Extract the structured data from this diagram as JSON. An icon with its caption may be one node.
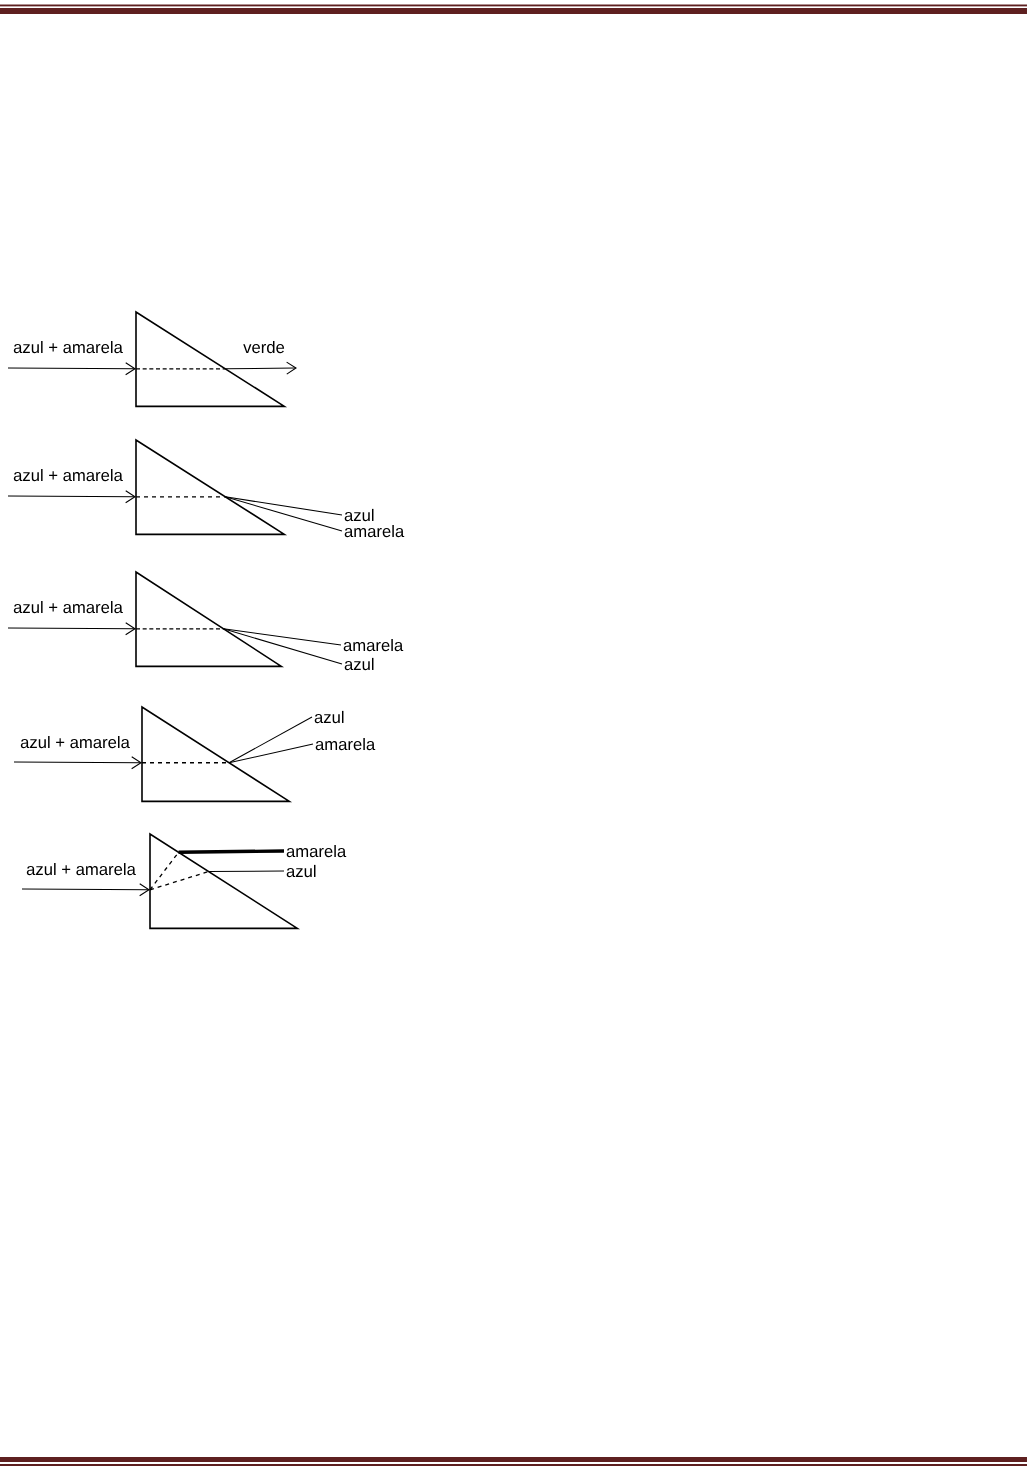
{
  "diagram": {
    "nodes": [
      {
        "text": [],
        "shape": "triangle"
      },
      {
        "text": [],
        "shape": "triangle"
      },
      {
        "text": [
          "azul"
        ]
      },
      {
        "text": [
          "amarela"
        ]
      },
      {
        "text": [],
        "shape": "triangle"
      },
      {
        "text": [
          "amarela"
        ]
      },
      {
        "text": [
          "azul"
        ]
      },
      {
        "text": [],
        "shape": "triangle"
      },
      {
        "text": [
          "azul"
        ]
      },
      {
        "text": [
          "amarela"
        ]
      },
      {
        "text": [],
        "shape": "triangle"
      },
      {
        "text": [
          "amarela"
        ]
      },
      {
        "text": [
          "azul"
        ]
      }
    ],
    "edges": [
      {
        "from": null,
        "to": 0,
        "arrow": "to",
        "label": "azul + amarela"
      },
      {
        "from": 0,
        "to": null,
        "arrow": "to",
        "label": "verde"
      },
      {
        "from": null,
        "to": 1,
        "arrow": "to",
        "label": "azul + amarela"
      },
      {
        "from": 1,
        "to": 2,
        "arrow": "none"
      },
      {
        "from": 1,
        "to": 3,
        "arrow": "none"
      },
      {
        "from": null,
        "to": 4,
        "arrow": "to",
        "label": "azul + amarela"
      },
      {
        "from": 4,
        "to": 5,
        "arrow": "none"
      },
      {
        "from": 4,
        "to": 6,
        "arrow": "none"
      },
      {
        "from": null,
        "to": 7,
        "arrow": "to",
        "label": "azul + amarela"
      },
      {
        "from": 7,
        "to": 8,
        "arrow": "none"
      },
      {
        "from": 7,
        "to": 9,
        "arrow": "none"
      },
      {
        "from": null,
        "to": 10,
        "arrow": "to",
        "label": "azul + amarela"
      },
      {
        "from": 10,
        "to": 11,
        "arrow": "none",
        "style": "thick"
      },
      {
        "from": 10,
        "to": 12,
        "arrow": "none"
      }
    ]
  }
}
